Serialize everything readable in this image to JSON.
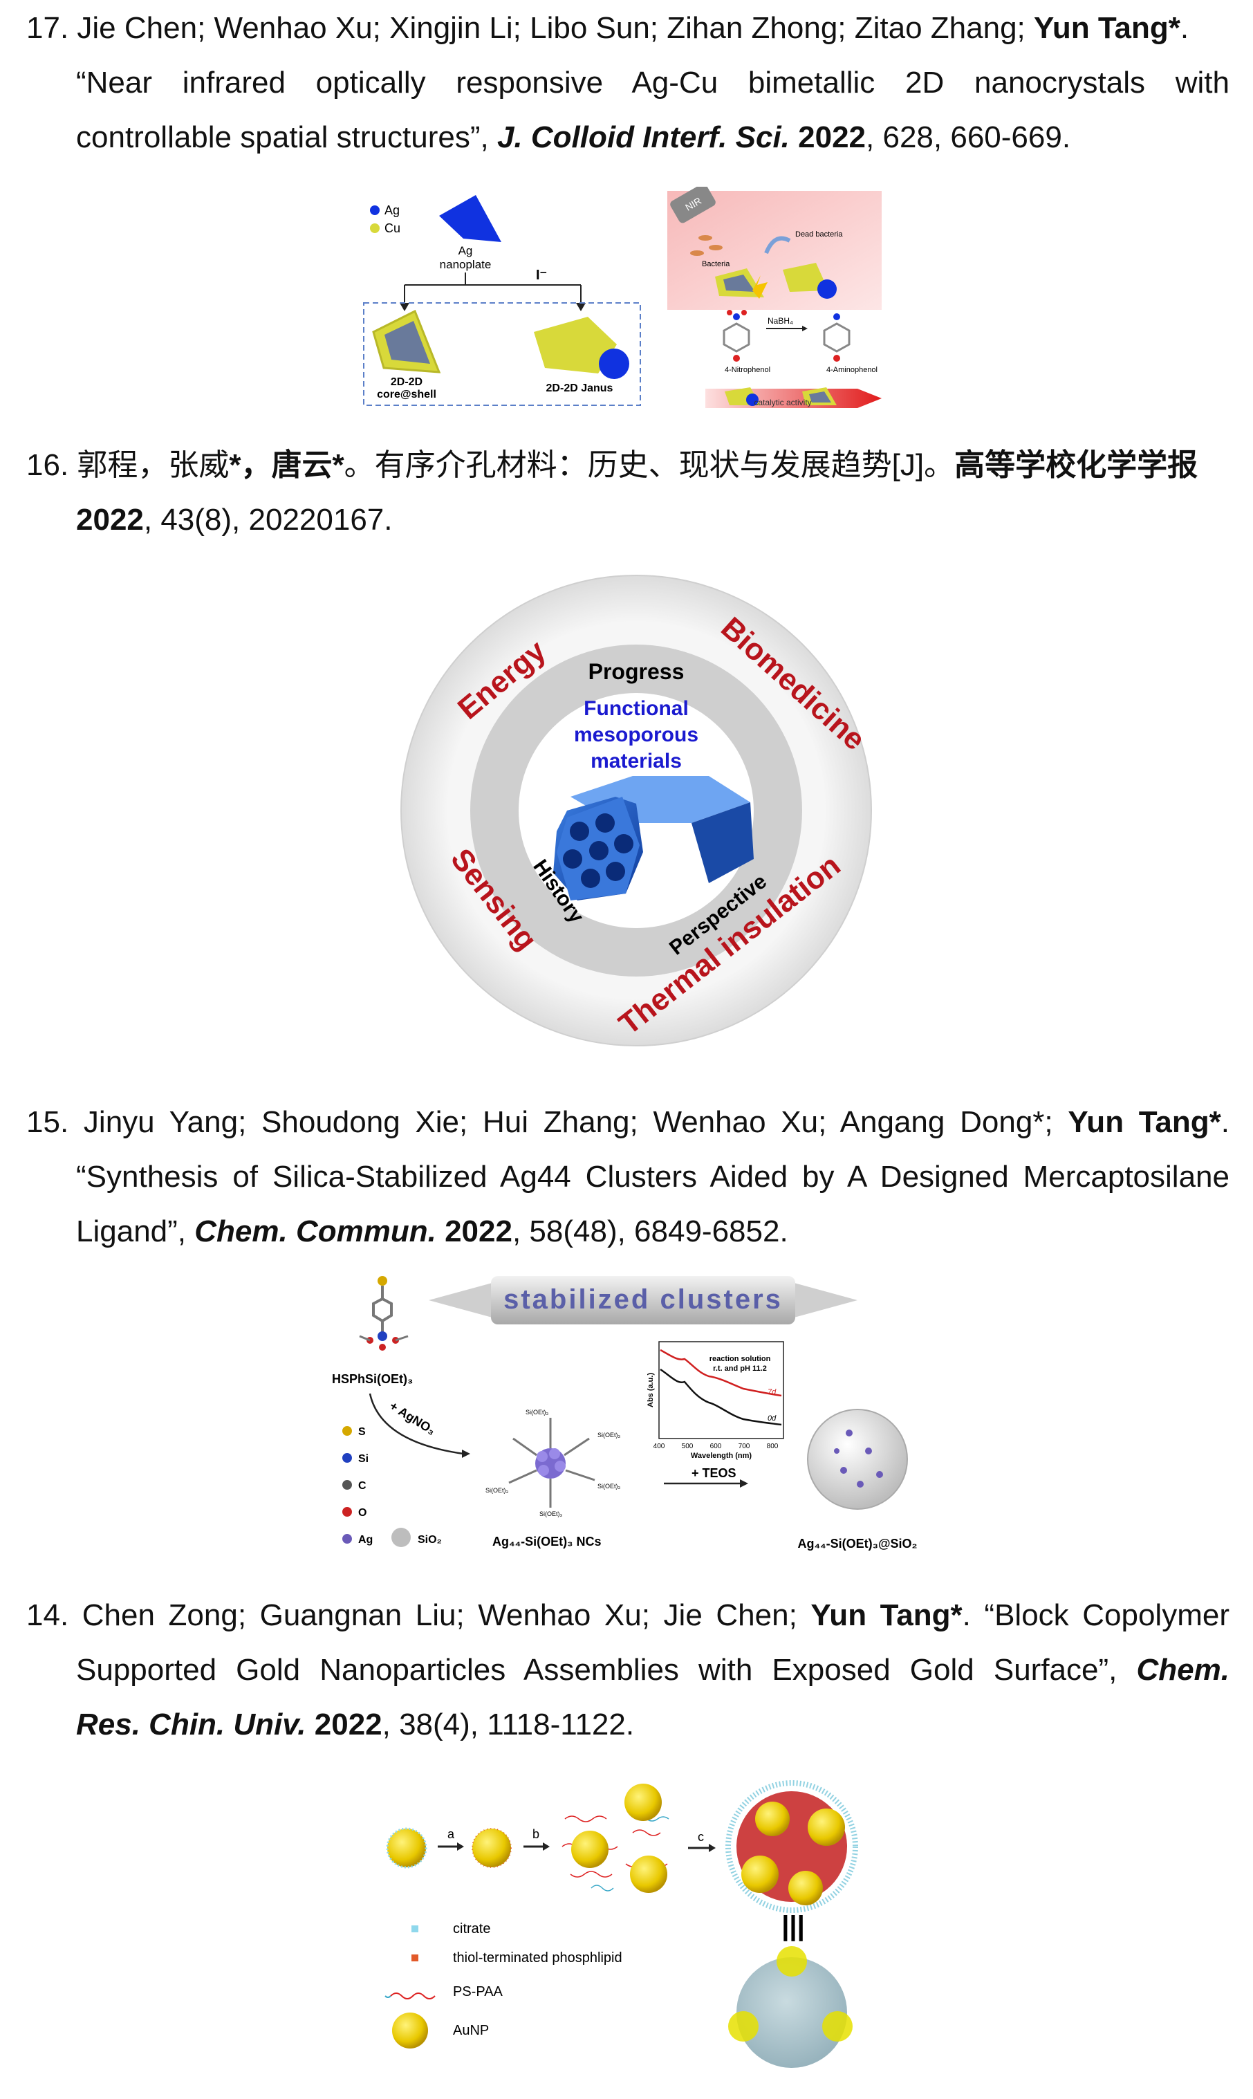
{
  "entries": [
    {
      "num": "17.",
      "authors_plain": "Jie Chen; Wenhao Xu; Xingjin Li; Libo Sun; Zihan Zhong; Zitao Zhang;",
      "author_bold": "Yun Tang*",
      "after_author": ".",
      "title_a": "“Near infrared optically responsive Ag-Cu bimetallic 2D nanocrystals with",
      "title_b": "controllable spatial structures”,",
      "journal": "J. Colloid Interf. Sci.",
      "year": "2022",
      "details": ", 628, 660-669."
    },
    {
      "num": "16.",
      "authors_plain": "郭程，张威",
      "authors_bold": "*，唐云*",
      "title": "。有序介孔材料：历史、现状与发展趋势[J]。",
      "journal": "高等学校化学学报",
      "year": "2022",
      "details": ", 43(8), 20220167."
    },
    {
      "num": "15.",
      "authors_plain": "Jinyu Yang; Shoudong Xie; Hui Zhang; Wenhao Xu; Angang Dong*;",
      "author_bold": "Yun Tang*",
      "after_author": ".",
      "title_a": "“Synthesis of Silica-Stabilized Ag44 Clusters Aided by A Designed Mercaptosilane",
      "title_b": "Ligand”,",
      "journal": "Chem. Commun.",
      "year": "2022",
      "details": ", 58(48), 6849-6852."
    },
    {
      "num": "14.",
      "authors_plain": "Chen Zong; Guangnan Liu; Wenhao Xu; Jie Chen;",
      "author_bold": "Yun Tang*",
      "title_a": ". “Block Copolymer",
      "title_b": "Supported Gold Nanoparticles Assemblies with Exposed Gold Surface”,",
      "journal_a": "Chem.",
      "journal_b": "Res. Chin. Univ.",
      "year": "2022",
      "details": ", 38(4), 1118-1122."
    }
  ],
  "fig17": {
    "legend_ag": "Ag",
    "legend_cu": "Cu",
    "plate_label_1": "Ag",
    "plate_label_2": "nanoplate",
    "reagent": "I⁻",
    "core_shell_1": "2D-2D",
    "core_shell_2": "core@shell",
    "janus": "2D-2D Janus",
    "nir": "NIR",
    "bacteria": "Bacteria",
    "dead_bacteria": "Dead bacteria",
    "nabh4": "NaBH₄",
    "nitrophenol": "4-Nitrophenol",
    "aminophenol": "4-Aminophenol",
    "catalytic": "catalytic activity",
    "color_ag": "#1032e0",
    "color_cu": "#d8d93a"
  },
  "fig16": {
    "center_1": "Functional",
    "center_2": "mesoporous",
    "center_3": "materials",
    "progress": "Progress",
    "history": "History",
    "perspective": "Perspective",
    "energy": "Energy",
    "biomedicine": "Biomedicine",
    "sensing": "Sensing",
    "thermal": "Thermal insulation",
    "color_red": "#b8141c",
    "color_blue": "#1a1acf"
  },
  "fig15": {
    "banner": "stabilized clusters",
    "ligand": "HSPhSi(OEt)₃",
    "reagent": "+ AgNO₃",
    "legend": [
      "S",
      "Si",
      "C",
      "O",
      "Ag"
    ],
    "sio2": "SiO₂",
    "ncs": "Ag₄₄-Si(OEt)₃ NCs",
    "teos": "+ TEOS",
    "final": "Ag₄₄-Si(OEt)₃@SiO₂",
    "spec_title_1": "reaction solution",
    "spec_title_2": "r.t. and pH 11.2",
    "spec_7d": "7d",
    "spec_0d": "0d",
    "spec_xlabel": "Wavelength (nm)",
    "spec_ylabel": "Abs (a.u.)",
    "spec_ticks": [
      "400",
      "500",
      "600",
      "700",
      "800"
    ],
    "arm_label": "Si(OEt)₃"
  },
  "fig14": {
    "step_a": "a",
    "step_b": "b",
    "step_c": "c",
    "equiv": "|||",
    "legend_citrate": "citrate",
    "legend_thiol": "thiol-terminated phosphlipid",
    "legend_pspaa": "PS-PAA",
    "legend_aunp": "AuNP"
  }
}
